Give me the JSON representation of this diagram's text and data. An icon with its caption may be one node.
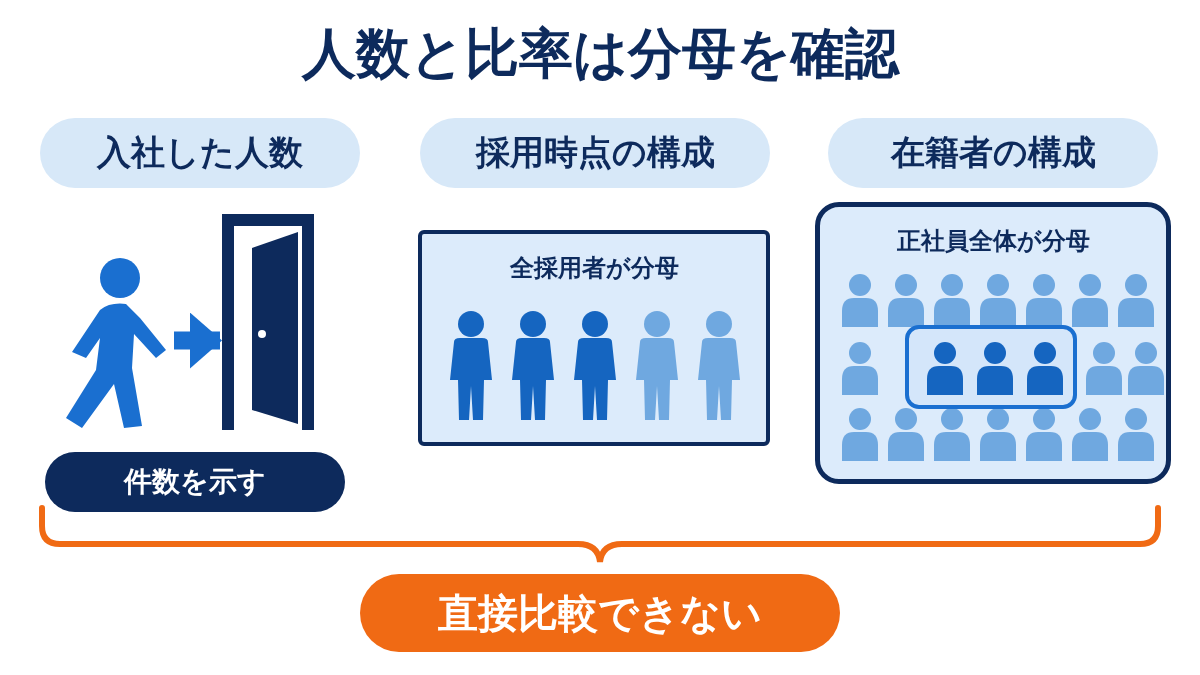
{
  "diagram": {
    "title": "人数と比率は分母を確認",
    "nodes": [
      {
        "text": [
          "入社した人数"
        ]
      },
      {
        "text": [
          "採用時点の構成"
        ]
      },
      {
        "text": [
          "在籍者の構成"
        ]
      },
      {
        "text": [
          "全採用者が分母"
        ]
      },
      {
        "text": [
          "正社員全体が分母"
        ]
      },
      {
        "text": [
          "件数を示す"
        ]
      },
      {
        "text": [
          "直接比較できない"
        ]
      },
      {
        "text": [],
        "shape": "person"
      },
      {
        "text": [],
        "shape": "door"
      },
      {
        "text": [],
        "shape": "box",
        "in": 4
      }
    ],
    "edges": [
      {
        "from": 7,
        "to": 8,
        "arrow": "to"
      }
    ]
  }
}
